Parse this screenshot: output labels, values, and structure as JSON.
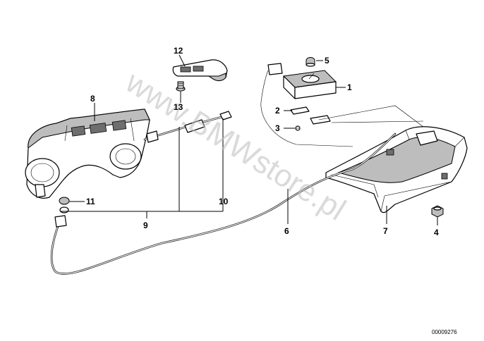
{
  "watermark": "www.BMWstore.pl",
  "reference_number": "00009276",
  "callouts": {
    "p1": "1",
    "p2": "2",
    "p3": "3",
    "p4": "4",
    "p5": "5",
    "p6": "6",
    "p7": "7",
    "p8": "8",
    "p9": "9",
    "p10": "10",
    "p11": "11",
    "p12": "12",
    "p13": "13"
  }
}
